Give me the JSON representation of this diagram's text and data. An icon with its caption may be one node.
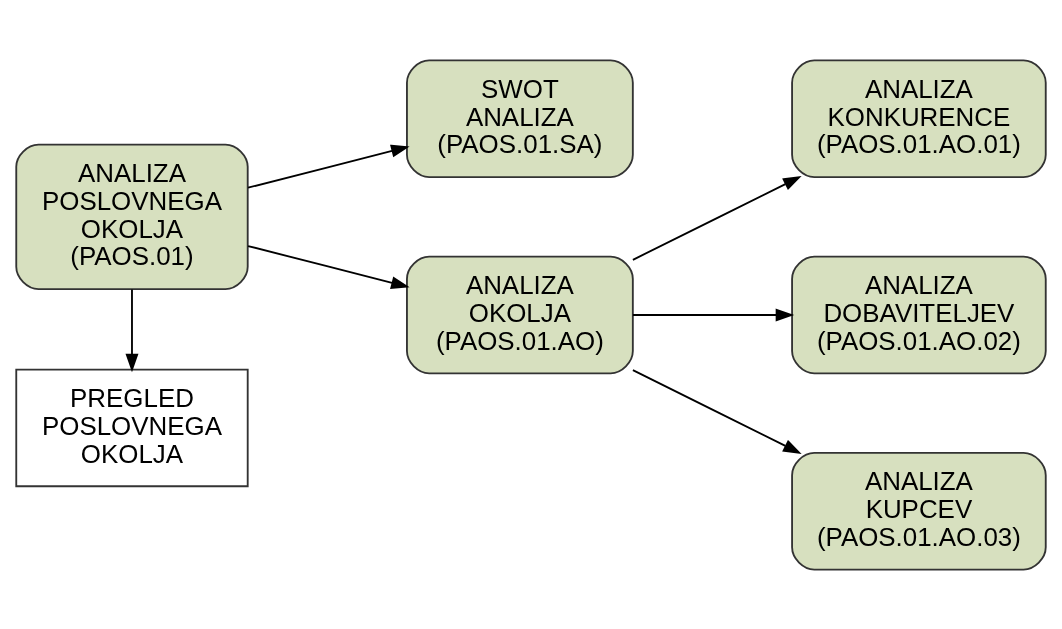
{
  "diagram": {
    "nodes": [
      {
        "text": [
          "ANALIZA POSLOVNEGA OKOLJA (PAOS.01)"
        ]
      },
      {
        "text": [
          "SWOT ANALIZA (PAOS.01.SA)"
        ]
      },
      {
        "text": [
          "ANALIZA OKOLJA (PAOS.01.AO)"
        ]
      },
      {
        "text": [
          "PREGLED POSLOVNEGA OKOLJA"
        ]
      },
      {
        "text": [
          "ANALIZA KONKURENCE (PAOS.01.AO.01)"
        ]
      },
      {
        "text": [
          "ANALIZA DOBAVITELJEV (PAOS.01.AO.02)"
        ]
      },
      {
        "text": [
          "ANALIZA KUPCEV (PAOS.01.AO.03)"
        ]
      }
    ],
    "edges": [
      {
        "from": 0,
        "to": 1,
        "arrow": "to"
      },
      {
        "from": 0,
        "to": 2,
        "arrow": "to"
      },
      {
        "from": 0,
        "to": 3,
        "arrow": "to"
      },
      {
        "from": 2,
        "to": 4,
        "arrow": "to"
      },
      {
        "from": 2,
        "to": 5,
        "arrow": "to"
      },
      {
        "from": 2,
        "to": 6,
        "arrow": "to"
      }
    ]
  }
}
